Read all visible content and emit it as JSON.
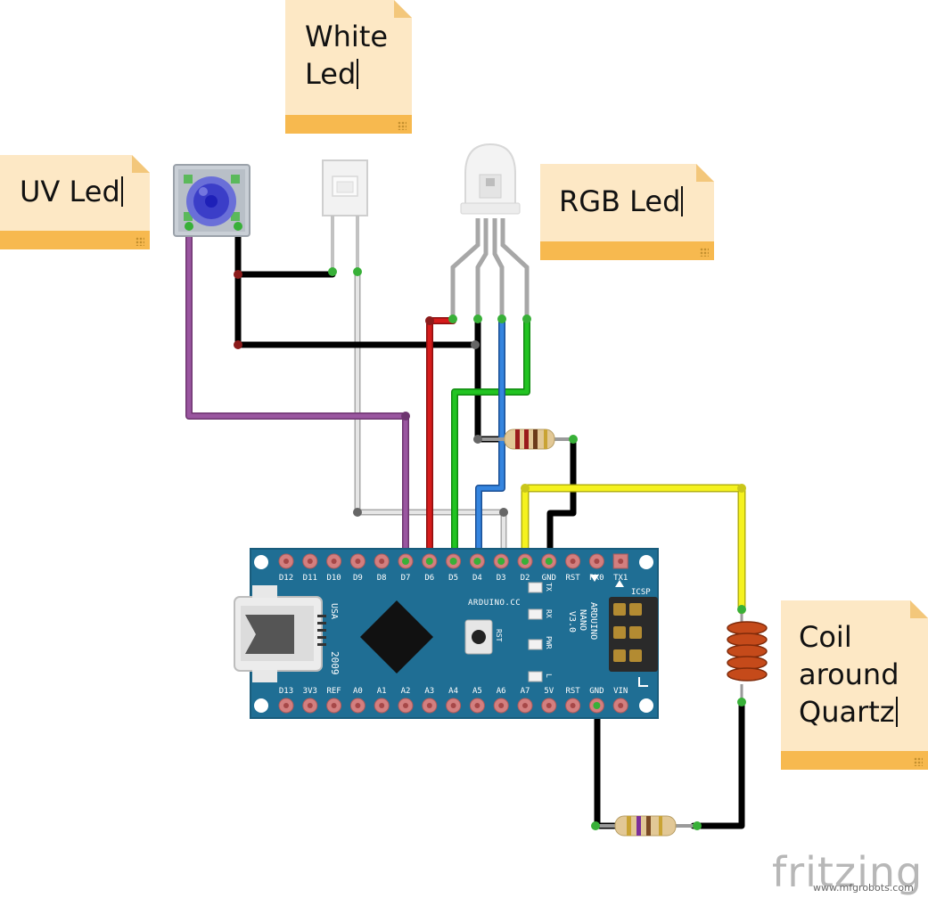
{
  "notes": {
    "white_led": "White\nLed",
    "uv_led": "UV Led",
    "rgb_led": "RGB Led",
    "coil": "Coil\naround\nQuartz"
  },
  "board": {
    "top_pins": [
      "D12",
      "D11",
      "D10",
      "D9",
      "D8",
      "D7",
      "D6",
      "D5",
      "D4",
      "D3",
      "D2",
      "GND",
      "RST",
      "RX0",
      "TX1"
    ],
    "bottom_pins": [
      "D13",
      "3V3",
      "REF",
      "A0",
      "A1",
      "A2",
      "A3",
      "A4",
      "A5",
      "A6",
      "A7",
      "5V",
      "RST",
      "GND",
      "VIN"
    ],
    "brand": "ARDUINO.CC",
    "model_lines": [
      "ARDUINO",
      "NANO",
      "V3.0"
    ],
    "icsp": "ICSP",
    "leds": [
      "TX",
      "RX",
      "PWR",
      "L"
    ],
    "rst_button": "RST",
    "made_in": "USA",
    "year": "2009"
  },
  "colors": {
    "board": "#1f6e94",
    "wire_black": "#1a1a1a",
    "wire_red": "#c31616",
    "wire_green": "#1bb51b",
    "wire_blue": "#2a6fc7",
    "wire_purple": "#8e4a8e",
    "wire_white": "#d4d4d4",
    "wire_yellow": "#f2ef1a",
    "coil": "#c2461a",
    "note_bg": "#fde8c5",
    "note_band": "#f7b94f"
  },
  "footer": {
    "brand": "fritzing",
    "watermark": "www.mfgrobots.com"
  }
}
